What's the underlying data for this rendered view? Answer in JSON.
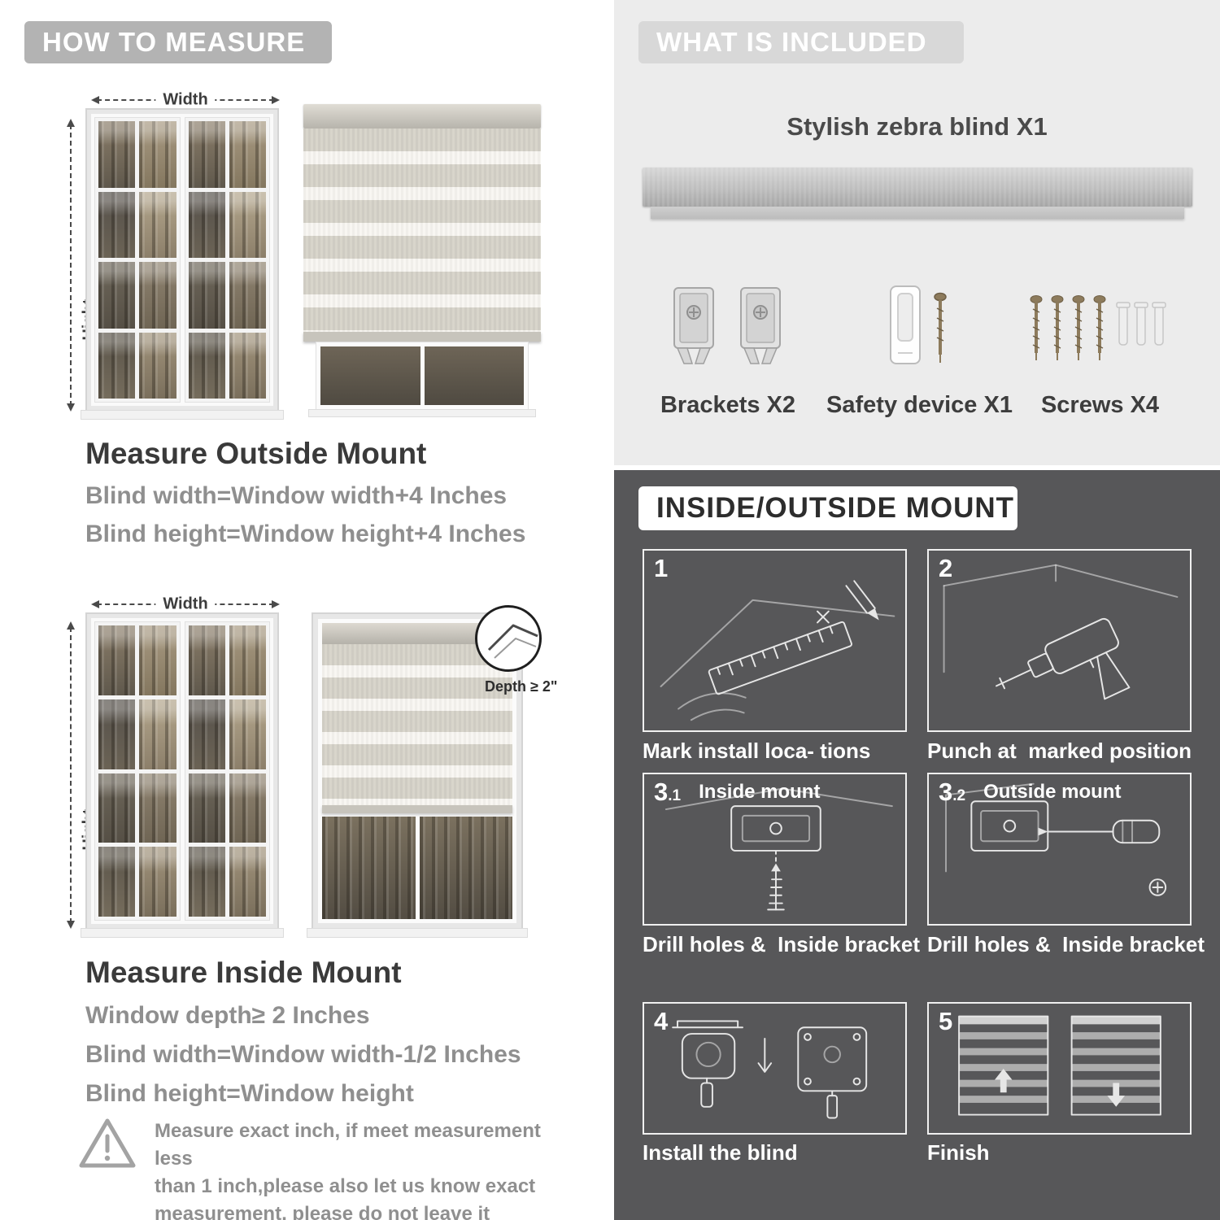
{
  "left": {
    "header": "HOW TO MEASURE",
    "outside": {
      "width_label": "Width",
      "height_label": "Hight",
      "title": "Measure Outside Mount",
      "rule1": "Blind width=Window width+4 Inches",
      "rule2": "Blind height=Window height+4 Inches"
    },
    "inside": {
      "width_label": "Width",
      "height_label": "Hight",
      "depth_label": "Depth ≥ 2\"",
      "title": "Measure Inside Mount",
      "rule1": "Window depth≥ 2 Inches",
      "rule2": "Blind width=Window width-1/2 Inches",
      "rule3": "Blind height=Window height"
    },
    "note": "Measure exact inch, if meet measurement less\nthan 1 inch,please also let us know exact\nmeasurement, please do not leave it"
  },
  "included": {
    "header": "WHAT IS INCLUDED",
    "product": "Stylish zebra blind X1",
    "items": [
      {
        "label": "Brackets X2"
      },
      {
        "label": "Safety device X1"
      },
      {
        "label": "Screws X4"
      }
    ]
  },
  "mount": {
    "header": "INSIDE/OUTSIDE MOUNT",
    "steps": [
      {
        "num": "1",
        "caption": "Mark install loca- tions"
      },
      {
        "num": "2",
        "caption": "Punch at  marked position"
      },
      {
        "num": "3",
        "sub": ".1",
        "label": "Inside mount",
        "caption": "Drill holes &  Inside bracket"
      },
      {
        "num": "3",
        "sub": ".2",
        "label": "Outside mount",
        "caption": "Drill holes &  Inside bracket"
      },
      {
        "num": "4",
        "caption": "Install the blind"
      },
      {
        "num": "5",
        "caption": "Finish"
      }
    ]
  }
}
